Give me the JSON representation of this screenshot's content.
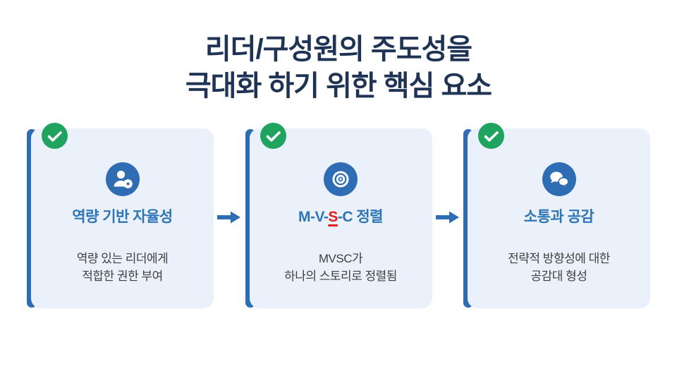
{
  "title": {
    "line1": "리더/구성원의 주도성을",
    "line2": "극대화 하기 위한 핵심 요소"
  },
  "cards": [
    {
      "status_icon": "check-icon",
      "icon": "user-gear-icon",
      "heading": "역량 기반 자율성",
      "body": [
        "역량 있는 리더에게",
        "적합한 권한 부여"
      ]
    },
    {
      "status_icon": "check-icon",
      "icon": "target-icon",
      "heading_parts": {
        "prefix": "M-V-",
        "highlight": "S",
        "suffix": "-C 정렬"
      },
      "body": [
        "MVSC가",
        "하나의 스토리로 정렬됨"
      ]
    },
    {
      "status_icon": "check-icon",
      "icon": "chat-bubbles-icon",
      "heading": "소통과 공감",
      "body": [
        "전략적 방향성에 대한",
        "공감대 형성"
      ]
    }
  ],
  "arrows": [
    "right-arrow-icon",
    "right-arrow-icon"
  ],
  "colors": {
    "title_navy": "#1f3355",
    "card_background": "#ebf1fb",
    "accent_blue": "#2e6cb3",
    "icon_blue": "#2e6db4",
    "heading_blue": "#2e75b6",
    "highlight_red": "#e01e1e",
    "body_gray": "#3f3f3f",
    "check_green": "#1fa35f",
    "slide_background": "#ffffff"
  }
}
